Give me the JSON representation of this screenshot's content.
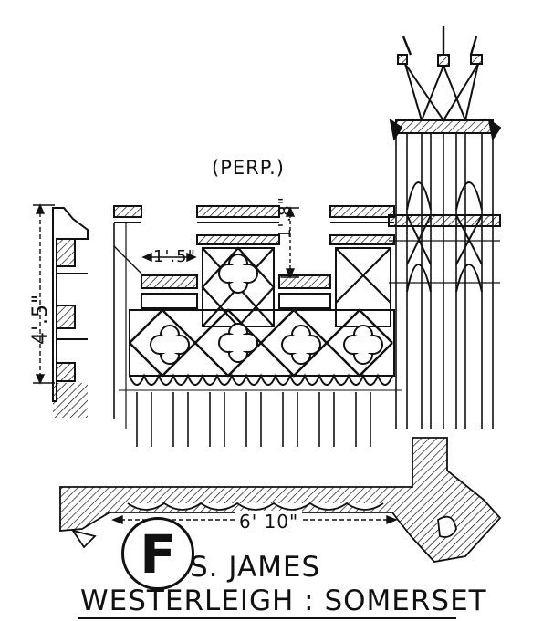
{
  "labels": {
    "style": "(PERP.)",
    "dim_merlon_gap": "1'.5\"",
    "dim_merlon_height": "1'.8\"",
    "dim_parapet_height": "4'.5\"",
    "dim_plan_span": "6' 10\""
  },
  "plate": {
    "letter": "F",
    "church": "S. JAMES",
    "place": "WESTERLEIGH : SOMERSET"
  },
  "colors": {
    "ink": "#111111",
    "paper": "#ffffff"
  }
}
